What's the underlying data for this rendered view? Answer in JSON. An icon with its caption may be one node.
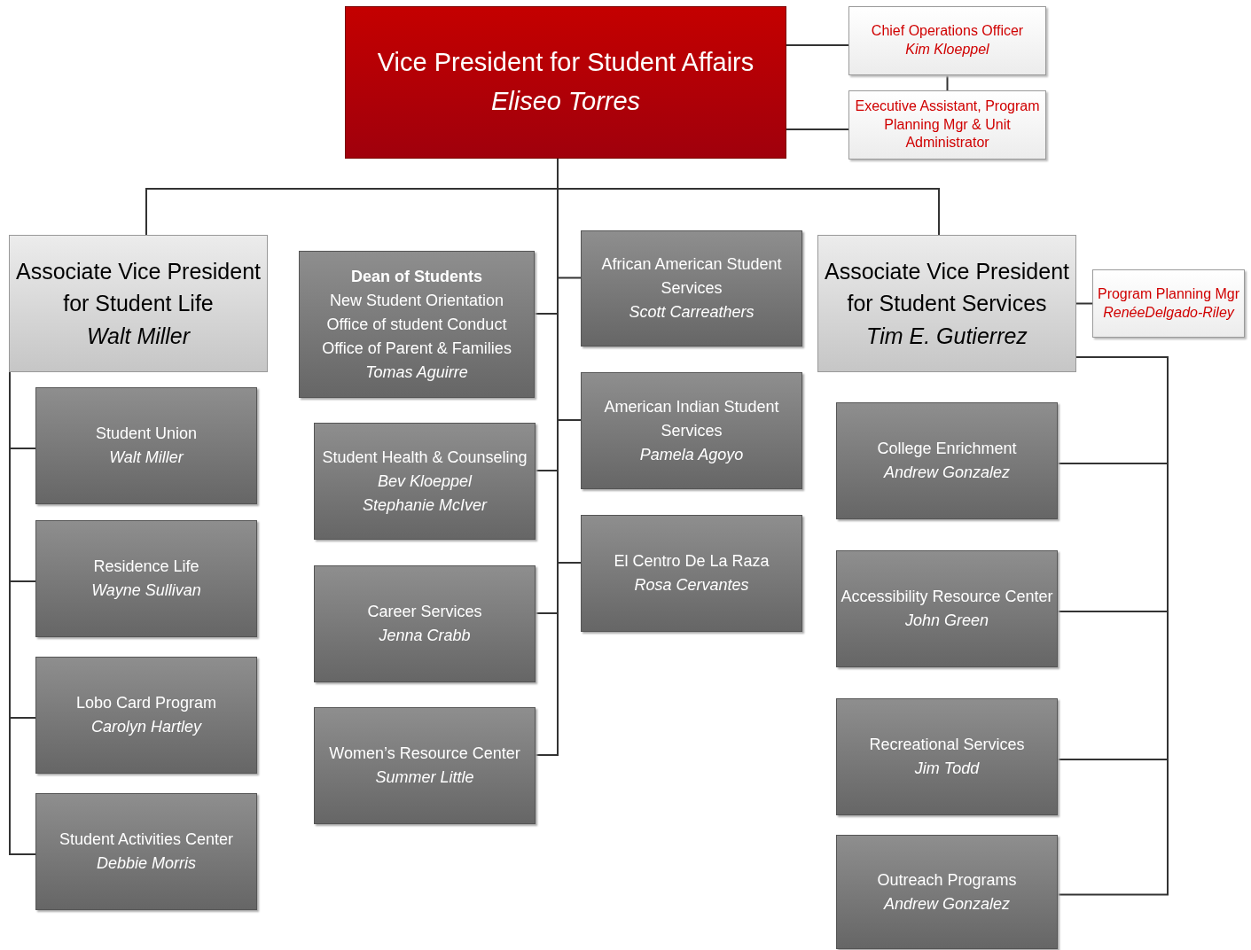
{
  "diagram": {
    "nodes": [
      {
        "text": [
          "Vice President for Student Affairs",
          "Eliseo Torres"
        ]
      },
      {
        "text": [
          "Chief Operations Officer",
          "Kim Kloeppel"
        ]
      },
      {
        "text": [
          "Executive Assistant, Program Planning Mgr & Unit Administrator"
        ]
      },
      {
        "text": [
          "Associate Vice President for Student Life",
          "Walt Miller"
        ]
      },
      {
        "text": [
          "Dean of Students",
          "New Student Orientation",
          "Office of student Conduct",
          "Office of Parent & Families",
          "Tomas Aguirre"
        ]
      },
      {
        "text": [
          "African American Student Services",
          "Scott Carreathers"
        ]
      },
      {
        "text": [
          "Associate Vice President for Student Services",
          "Tim E. Gutierrez"
        ]
      },
      {
        "text": [
          "Program Planning Mgr",
          "RenéeDelgado-Riley"
        ]
      },
      {
        "text": [
          "Student Union",
          "Walt Miller"
        ]
      },
      {
        "text": [
          "Residence Life",
          "Wayne Sullivan"
        ]
      },
      {
        "text": [
          "Lobo Card Program",
          "Carolyn Hartley"
        ]
      },
      {
        "text": [
          "Student Activities Center",
          "Debbie Morris"
        ]
      },
      {
        "text": [
          "Student Health & Counseling",
          "Bev Kloeppel",
          "Stephanie McIver"
        ]
      },
      {
        "text": [
          "Career Services",
          "Jenna Crabb"
        ]
      },
      {
        "text": [
          "Women’s Resource Center",
          "Summer Little"
        ]
      },
      {
        "text": [
          "American Indian Student Services",
          "Pamela Agoyo"
        ]
      },
      {
        "text": [
          "El Centro De La Raza",
          "Rosa Cervantes"
        ]
      },
      {
        "text": [
          "College Enrichment",
          "Andrew Gonzalez"
        ]
      },
      {
        "text": [
          "Accessibility Resource Center",
          "John Green"
        ]
      },
      {
        "text": [
          "Recreational Services",
          "Jim Todd"
        ]
      },
      {
        "text": [
          "Outreach Programs",
          "Andrew Gonzalez"
        ]
      }
    ],
    "edges": [
      {
        "from": 0,
        "to": 1,
        "arrow": "none"
      },
      {
        "from": 0,
        "to": 2,
        "arrow": "none"
      },
      {
        "from": 1,
        "to": 2,
        "arrow": "none"
      },
      {
        "from": 0,
        "to": 3,
        "arrow": "none"
      },
      {
        "from": 0,
        "to": 6,
        "arrow": "none"
      },
      {
        "from": 0,
        "to": 4,
        "arrow": "none"
      },
      {
        "from": 0,
        "to": 5,
        "arrow": "none"
      },
      {
        "from": 0,
        "to": 15,
        "arrow": "none"
      },
      {
        "from": 0,
        "to": 12,
        "arrow": "none"
      },
      {
        "from": 0,
        "to": 16,
        "arrow": "none"
      },
      {
        "from": 0,
        "to": 13,
        "arrow": "none"
      },
      {
        "from": 0,
        "to": 14,
        "arrow": "none"
      },
      {
        "from": 3,
        "to": 8,
        "arrow": "none"
      },
      {
        "from": 3,
        "to": 9,
        "arrow": "none"
      },
      {
        "from": 3,
        "to": 10,
        "arrow": "none"
      },
      {
        "from": 3,
        "to": 11,
        "arrow": "none"
      },
      {
        "from": 6,
        "to": 7,
        "arrow": "none"
      },
      {
        "from": 6,
        "to": 17,
        "arrow": "none"
      },
      {
        "from": 6,
        "to": 18,
        "arrow": "none"
      },
      {
        "from": 6,
        "to": 19,
        "arrow": "none"
      },
      {
        "from": 6,
        "to": 20,
        "arrow": "none"
      }
    ]
  }
}
